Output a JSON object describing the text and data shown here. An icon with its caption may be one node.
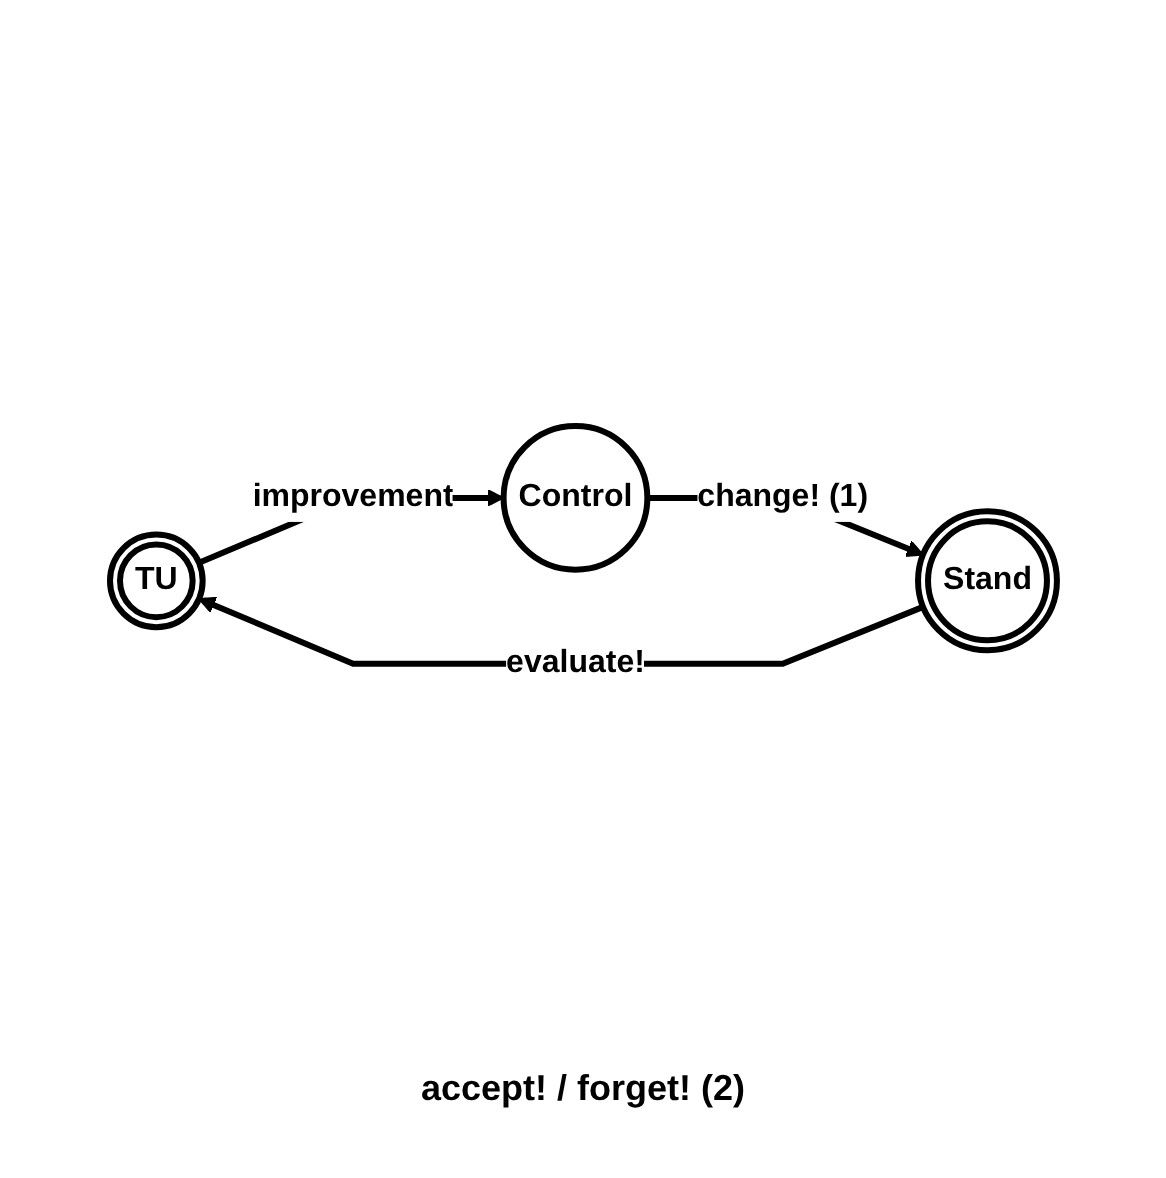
{
  "diagram": {
    "nodes": [
      {
        "text": [
          "TU"
        ]
      },
      {
        "text": [
          "Control"
        ]
      },
      {
        "text": [
          "Stand"
        ]
      }
    ],
    "edges": [
      {
        "from": 0,
        "to": 1,
        "arrow": "to",
        "label": "improvement"
      },
      {
        "from": 1,
        "to": 2,
        "arrow": "to",
        "label": "change!  (1)"
      },
      {
        "from": 2,
        "to": 0,
        "arrow": "to",
        "label": "evaluate!"
      }
    ],
    "labels": [
      "accept! / forget!  (2)"
    ]
  }
}
